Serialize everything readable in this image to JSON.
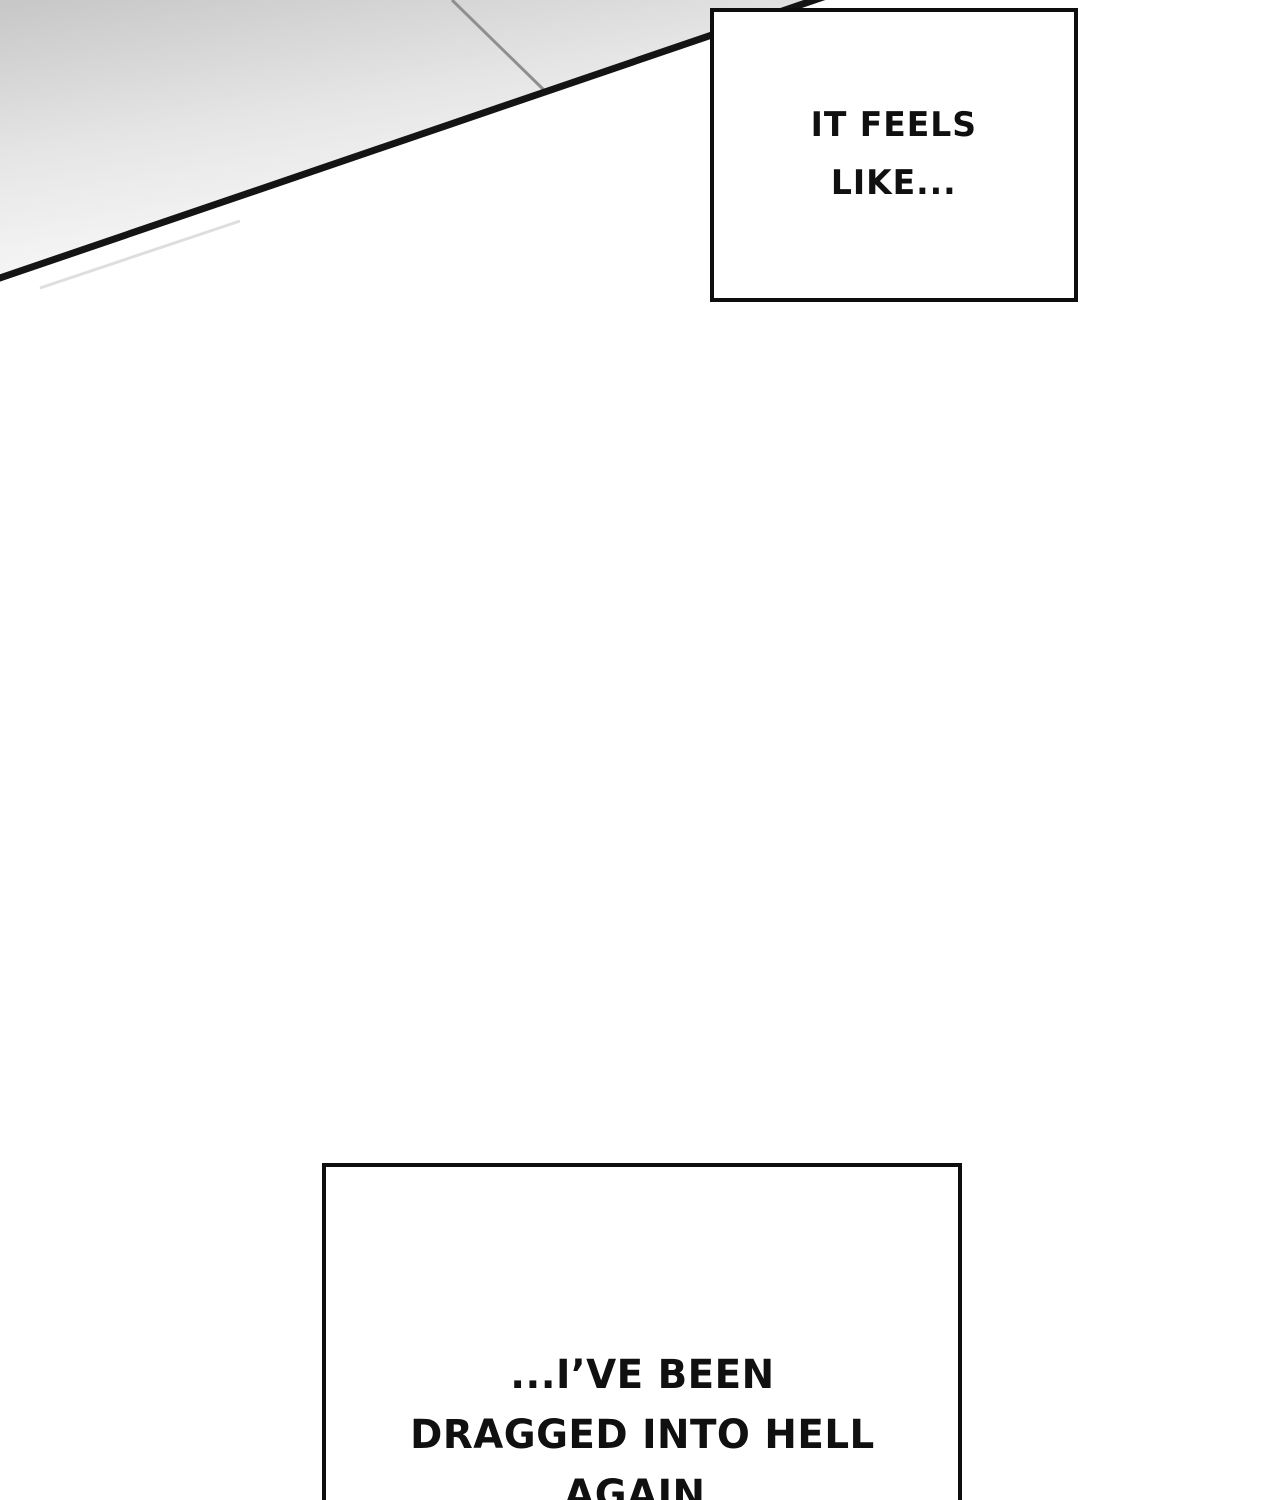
{
  "page": {
    "kind": "comic-page",
    "background": "#ffffff"
  },
  "colors": {
    "ink": "#101010",
    "caption_border": "#0e0e0e",
    "ceiling_shade": "#c8c8c8"
  },
  "captions": [
    {
      "id": "top",
      "lines": [
        "IT FEELS",
        "LIKE..."
      ]
    },
    {
      "id": "bottom",
      "lines": [
        "...I’VE BEEN",
        "DRAGGED INTO HELL",
        "AGAIN."
      ]
    }
  ]
}
